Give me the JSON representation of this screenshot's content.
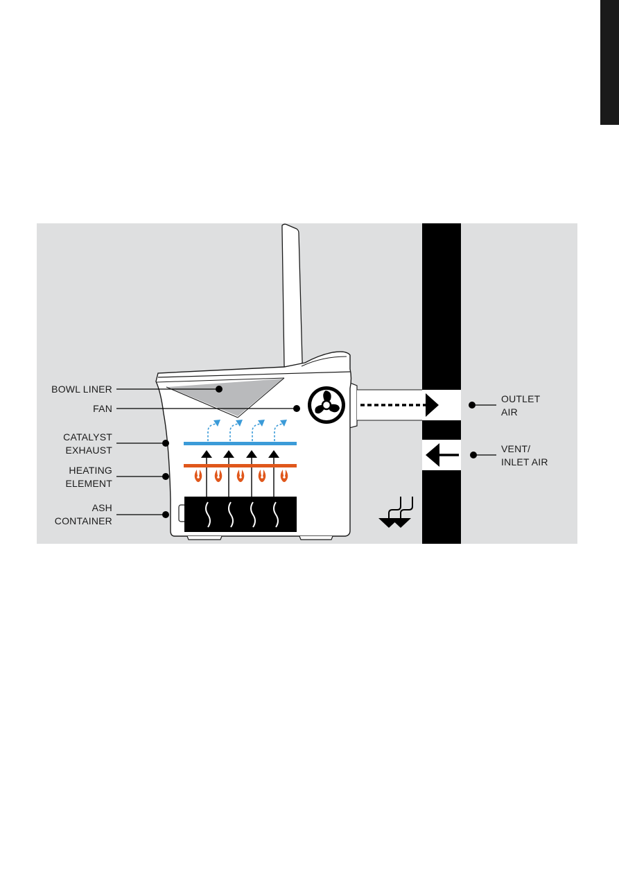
{
  "labels": {
    "bowl_liner": "BOWL LINER",
    "fan": "FAN",
    "catalyst_exhaust": [
      "CATALYST",
      "EXHAUST"
    ],
    "heating_element": [
      "HEATING",
      "ELEMENT"
    ],
    "ash_container": [
      "ASH",
      "CONTAINER"
    ],
    "outlet_air": [
      "OUTLET",
      "AIR"
    ],
    "vent_inlet_air": [
      "VENT/",
      "INLET AIR"
    ]
  },
  "colors": {
    "panel": "#dedfe0",
    "wall": "#000000",
    "catalyst": "#3b9bd8",
    "heating": "#e0571b",
    "liner": "#b9babc",
    "toilet_body": "#ffffff",
    "outline": "#1a1a1a"
  },
  "icons": [
    "fan-icon",
    "flame-icon",
    "heat-wave-icon",
    "ground-symbol-icon"
  ]
}
